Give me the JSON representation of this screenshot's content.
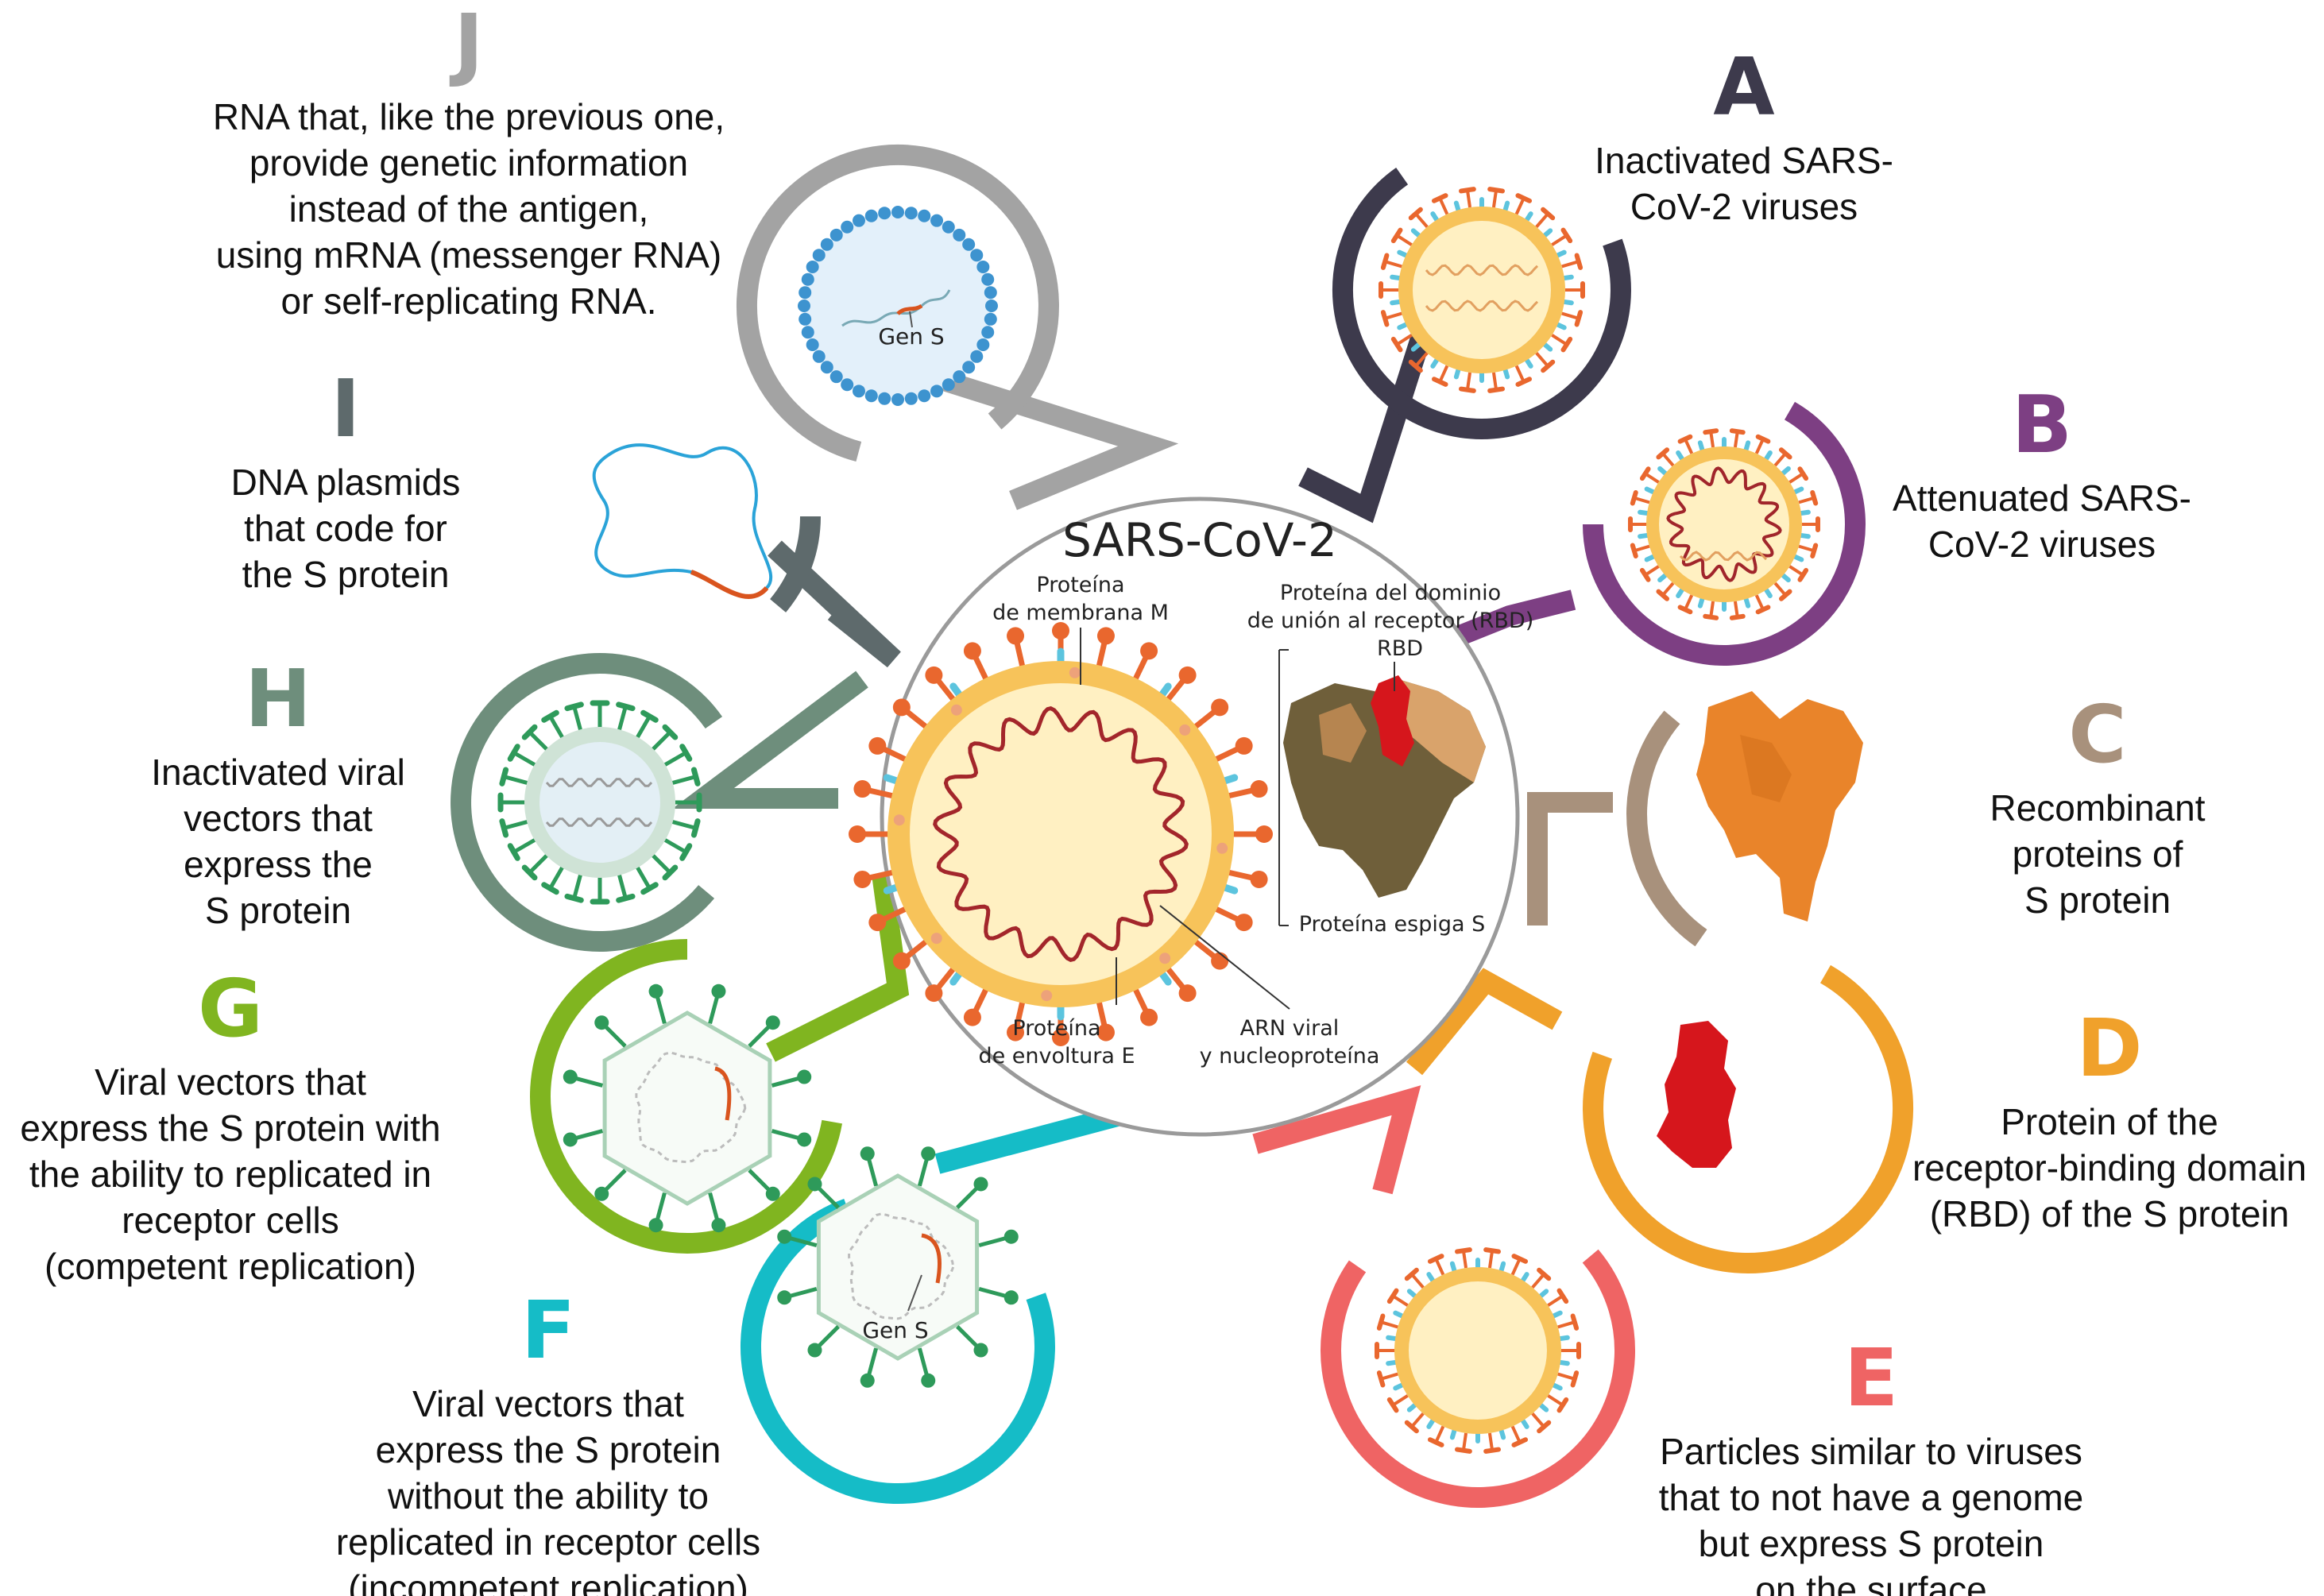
{
  "center": {
    "title": "SARS-CoV-2",
    "membrane_label": [
      "Proteína",
      "de membrana M"
    ],
    "rbd_domain_label": [
      "Proteína del dominio",
      "de unión al receptor (RBD)"
    ],
    "rbd_label": "RBD",
    "spike_label": "Proteína espiga S",
    "envelope_label": [
      "Proteína",
      "de envoltura E"
    ],
    "rna_label": [
      "ARN viral",
      "y nucleoproteína"
    ]
  },
  "gene_label": "Gen S",
  "platforms": [
    {
      "id": "A",
      "color": "#3d3a4c",
      "text": "Inactivated SARS-\nCoV-2 viruses"
    },
    {
      "id": "B",
      "color": "#7d3f83",
      "text": "Attenuated SARS-\nCoV-2 viruses"
    },
    {
      "id": "C",
      "color": "#a8917c",
      "text": "Recombinant\nproteins of\nS protein"
    },
    {
      "id": "D",
      "color": "#f0a12b",
      "text": "Protein of the\nreceptor-binding domain\n(RBD) of the S protein"
    },
    {
      "id": "E",
      "color": "#ef6464",
      "text": "Particles similar to viruses\nthat to not have a genome\nbut express S protein\non the surface"
    },
    {
      "id": "F",
      "color": "#15bcc7",
      "text": "Viral vectors that\nexpress the S protein\nwithout the ability to\nreplicated in receptor cells\n(incompetent replication)"
    },
    {
      "id": "G",
      "color": "#80b520",
      "text": "Viral vectors that\nexpress the S protein with\nthe ability to replicated in\nreceptor cells\n(competent replication)"
    },
    {
      "id": "H",
      "color": "#6e8e7c",
      "text": "Inactivated viral\nvectors that\nexpress the\nS protein"
    },
    {
      "id": "I",
      "color": "#5e6a6c",
      "text": "DNA plasmids\nthat code for\nthe S protein"
    },
    {
      "id": "J",
      "color": "#a3a3a3",
      "text": "RNA that, like the previous one,\nprovide genetic information\ninstead of the antigen,\nusing mRNA (messenger RNA)\nor self-replicating RNA."
    }
  ]
}
